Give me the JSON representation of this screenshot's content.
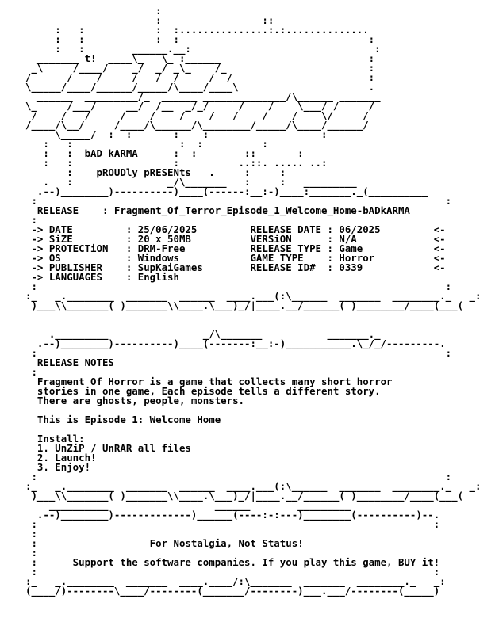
{
  "nfo": {
    "lines": [
      "                      :",
      "                      :                 ::",
      "     :   :            :  :...............:.:..............",
      "     :   :            :  :                                :",
      "     :   :        ______.__:                               :",
      "  _______ t!  ____\\_   \\_ :______                         :",
      " _\\     /____/    _/  _/ _\\_    /_                        :",
      "/      /    /     /   /  /     /  /                       :",
      "\\_____/____/______/_____/\\____/____\\                      .",
      "  ______  _________/_  ______ ______________/\\______ _______",
      "\\_     /___/     __/  /__  _/_/     /    /    \\___/ /     /",
      " /    /   /     /    /    /    /   /    /    /    \\/     /",
      "/____/\\__/     /____/\\______/\\________/_____/\\____/______/",
      "     \\_____/  :  :       :    :                   :",
      "   :   :                  :  :          :",
      "   :   :  bAD kARMA      :  :        ::       :",
      "   :   :                 :          ..::. ..... ..:",
      "       :    pROUDly pRESENts   .     :     :",
      "   .   :                _/\\_______   :     :   _________",
      "  .--)________)----------)____(------:__:-)____:_______._(__________",
      " :                                                                     :",
      "  RELEASE    : Fragment_Of_Terror_Episode_1_Welcome_Home-bADkARMA",
      " :",
      " -> DATE         : 25/06/2025         RELEASE DATE : 06/2025         <-",
      " -> SiZE         : 20 x 50MB          VERSiON      : N/A             <-",
      " -> PROTECTiON   : DRM-Free           RELEASE TYPE : Game            <-",
      " -> OS           : Windows            GAME TYPE    : Horror          <-",
      " -> PUBLISHER    : SupKaiGames        RELEASE ID#  : 0339            <-",
      " -> LANGUAGES    : English",
      " :                                                                     :",
      ":_   _.________  _______  ______  ____.___(:\\______  _______  ________._   _:",
      " )___\\\\_______( )_______\\\\____.\\___)_/|____.__/______( )________/____(___(",
      "",
      "",
      "    ._________                _/\\_______           _______._",
      "  .--)________)----------)____(-------:__:-)___________.\\_/_/---------.",
      " :                                                                     :",
      "  RELEASE NOTES",
      " :",
      "  Fragment Of Horror is a game that collects many short horror",
      "  stories in one game, Each episode tells a different story.",
      "  There are ghosts, people, monsters.",
      "",
      "  This is Episode 1: Welcome Home",
      "",
      "  Install:",
      "  1. UnZiP / UnRAR all files",
      "  2. Launch!",
      "  3. Enjoy!",
      " :                                                                     :",
      ":_   _.________  _______  ______  ____.___(:\\______  _______  ________._   _:",
      " )___\\\\_______( )_______\\\\____.\\___)_/|____.__/______( )________/____(___(",
      "    __________                  ______        _________",
      "  .--)________)-------------)______(----:-:---)________(----------)--.",
      " :                                                                   :",
      " :",
      " :                   For Nostalgia, Not Status!",
      " :",
      " :      Support the software companies. If you play this game, BUY it!",
      " :                                                                   :",
      ":_   _.________  _______  ____.____/:\\_______  _______  ________._   _:",
      "(____/)--------\\____/--------(_______/--------)___.___/--------(_____)"
    ]
  }
}
